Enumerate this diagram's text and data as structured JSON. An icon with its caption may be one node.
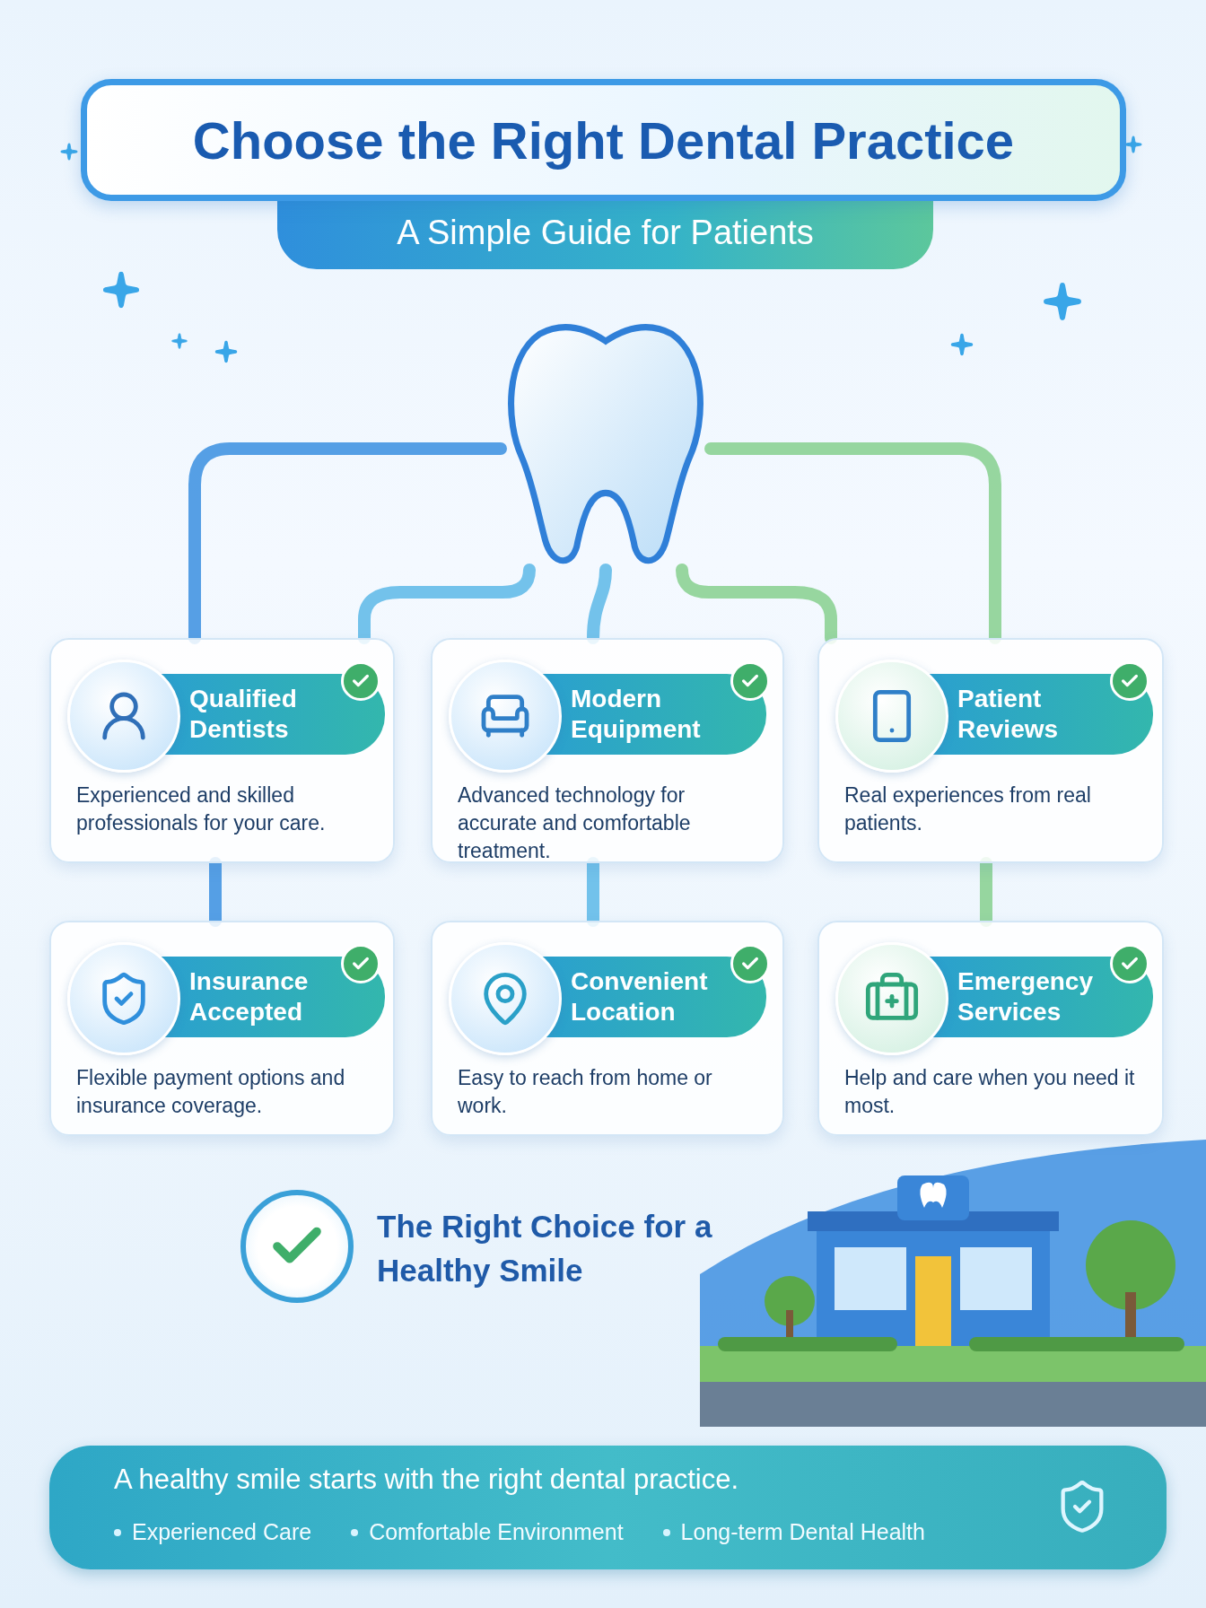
{
  "diagram": {
    "title": "Choose the Right Dental Practice",
    "nodes": [
      {
        "text": [],
        "shape": "picture"
      },
      {
        "text": [
          "Qualified Dentists",
          "Experienced and skilled professionals for your care."
        ]
      },
      {
        "text": [
          "Modern Equipment",
          "Advanced technology for accurate and comfortable treatment."
        ]
      },
      {
        "text": [
          "Patient Reviews",
          "Real experiences from real patients."
        ]
      },
      {
        "text": [
          "Insurance Accepted",
          "Flexible payment options and insurance coverage."
        ]
      },
      {
        "text": [
          "Convenient Location",
          "Easy to reach from home or work."
        ]
      },
      {
        "text": [
          "Emergency Services",
          "Help and care when you need it most."
        ]
      }
    ],
    "edges": [
      {
        "from": 0,
        "to": 1,
        "arrow": "none"
      },
      {
        "from": 0,
        "to": 1,
        "arrow": "none",
        "color": "#5cb8e8"
      },
      {
        "from": 0,
        "to": 2,
        "arrow": "none",
        "color": "#5cb8e8"
      },
      {
        "from": 0,
        "to": 3,
        "arrow": "none",
        "color": "#86d08e"
      },
      {
        "from": 0,
        "to": 3,
        "arrow": "none",
        "color": "#86d08e"
      },
      {
        "from": 1,
        "to": 4,
        "arrow": "none"
      },
      {
        "from": 2,
        "to": 5,
        "arrow": "none",
        "color": "#5cb8e8"
      },
      {
        "from": 3,
        "to": 6,
        "arrow": "none",
        "color": "#86d08e"
      }
    ],
    "labels": [
      "A Simple Guide for Patients",
      "The Right Choice for a Healthy Smile",
      "A healthy smile starts with the right dental practice.",
      "Experienced Care",
      "Comfortable Environment",
      "Long-term Dental Health"
    ]
  }
}
